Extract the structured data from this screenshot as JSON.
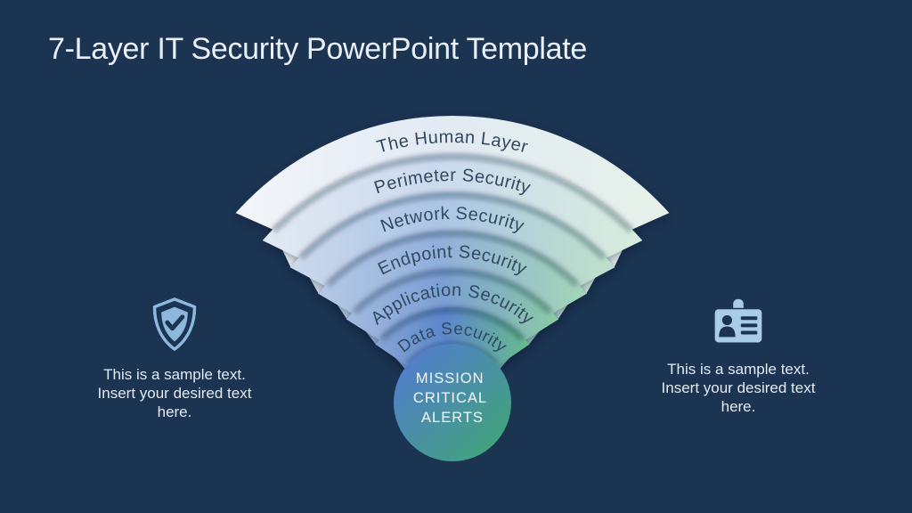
{
  "slide": {
    "title": "7-Layer IT Security PowerPoint Template",
    "background_color": "#1B3452",
    "title_color": "#E9EFF5"
  },
  "funnel": {
    "label_color": "#32495F",
    "layers": [
      {
        "label": "The Human Layer",
        "gradient": [
          "#F3F6FA",
          "#E2EAF3",
          "#E6F1EA"
        ]
      },
      {
        "label": "Perimeter Security",
        "gradient": [
          "#E1E9F2",
          "#CBDAEE",
          "#D6ECDD"
        ]
      },
      {
        "label": "Network Security",
        "gradient": [
          "#CBD9EC",
          "#ACC5E6",
          "#BDE1CA"
        ]
      },
      {
        "label": "Endpoint Security",
        "gradient": [
          "#B5C9E5",
          "#90AFDB",
          "#A3D6B5"
        ]
      },
      {
        "label": "Application Security",
        "gradient": [
          "#A2BADE",
          "#7B9FD5",
          "#8ACBA3"
        ]
      },
      {
        "label": "Data Security",
        "gradient": [
          "#88A6D4",
          "#5B86CB",
          "#68BC8C"
        ]
      }
    ],
    "core": {
      "lines": [
        "MISSION",
        "CRITICAL",
        "ALERTS"
      ],
      "gradient": [
        "#5478D8",
        "#3EA96F"
      ],
      "text_color": "#F4F8FB"
    }
  },
  "callouts": {
    "left": {
      "icon": "shield-check-icon",
      "icon_color": "#8CB8DC",
      "lines": [
        "This is a sample text.",
        "Insert your desired text",
        "here."
      ]
    },
    "right": {
      "icon": "id-badge-icon",
      "icon_color": "#A9CDE8",
      "lines": [
        "This is a sample text.",
        "Insert your desired text",
        "here."
      ]
    }
  }
}
